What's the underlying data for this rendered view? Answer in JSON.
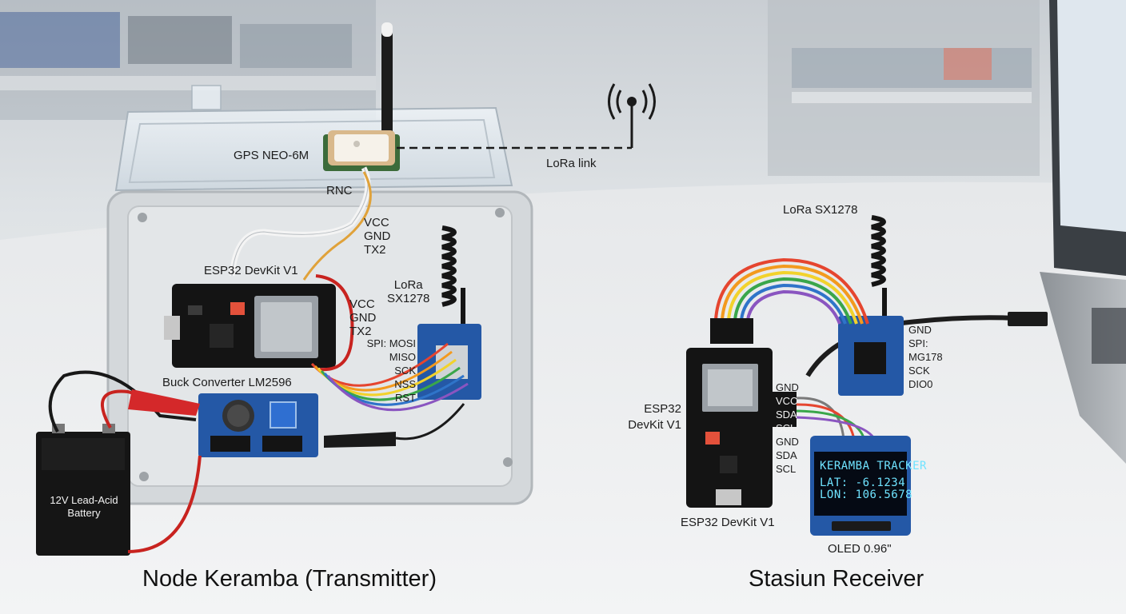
{
  "labels": {
    "gps": "GPS NEO-6M",
    "rnc": "RNC",
    "gps_pins": [
      "VCC",
      "GND",
      "TX2"
    ],
    "esp32_tx": "ESP32 DevKit V1",
    "esp32_tx_pins": [
      "VCC",
      "GND",
      "TX2"
    ],
    "lora_tx": "LoRa\nSX1278",
    "spi_tx": [
      "SPI: MOSI",
      "MISO",
      "SCK",
      "NSS",
      "RST"
    ],
    "buck": "Buck Converter LM2596",
    "battery": "12V Lead-Acid\nBattery",
    "lora_link": "LoRa link",
    "lora_rx": "LoRa SX1278",
    "spi_rx": [
      "GND",
      "SPI:",
      "MG178",
      "SCK",
      "DIO0"
    ],
    "esp32_rx_side": "ESP32\nDevKit V1",
    "oled_pins": [
      "GND",
      "VCC",
      "SDA",
      "SCL",
      "GND",
      "SDA",
      "SCL"
    ],
    "esp32_rx_bottom": "ESP32 DevKit V1",
    "oled_label": "OLED 0.96\"",
    "title_tx": "Node Keramba (Transmitter)",
    "title_rx": "Stasiun Receiver"
  },
  "oled_screen": {
    "line1": "KERAMBA TRACKER",
    "line2": "LAT: -6.1234",
    "line3": "LON: 106.5678"
  },
  "colors": {
    "board": "#141414",
    "pcb_blue": "#1f56a8",
    "oled_text": "#6fe3ff",
    "clip_red": "#d4282a",
    "wires": [
      "#e5452f",
      "#f39a1e",
      "#f2d22c",
      "#3aa64a",
      "#2f74c9",
      "#8a55c0"
    ]
  }
}
